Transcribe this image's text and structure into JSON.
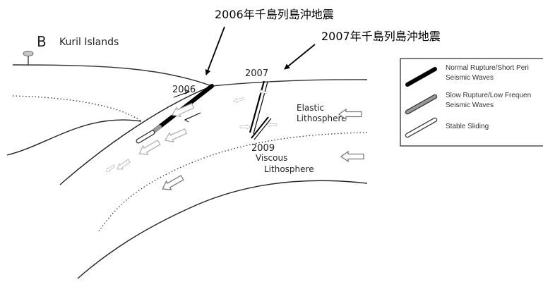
{
  "panel_letter": "B",
  "region_label": "Kuril Islands",
  "headline_2006": "2006年千島列島沖地震",
  "headline_2007": "2007年千島列島沖地震",
  "year_2006": "2006",
  "year_2007": "2007",
  "year_2009": "2009",
  "elastic_line1": "Elastic",
  "elastic_line2": "Lithosphere",
  "viscous_line1": "Viscous",
  "viscous_line2": "Lithosphere",
  "legend": {
    "normal_line1": "Normal Rupture/Short Peri",
    "normal_line2": "Seismic Waves",
    "slow_line1": "Slow Rupture/Low Frequen",
    "slow_line2": "Seismic Waves",
    "stable": "Stable Sliding"
  },
  "colors": {
    "line": "#333333",
    "rupture": "#000000",
    "slow": "#9a9a9a",
    "arrow_gray": "#b0b0b0",
    "arrow_dark": "#7a7a7a"
  }
}
